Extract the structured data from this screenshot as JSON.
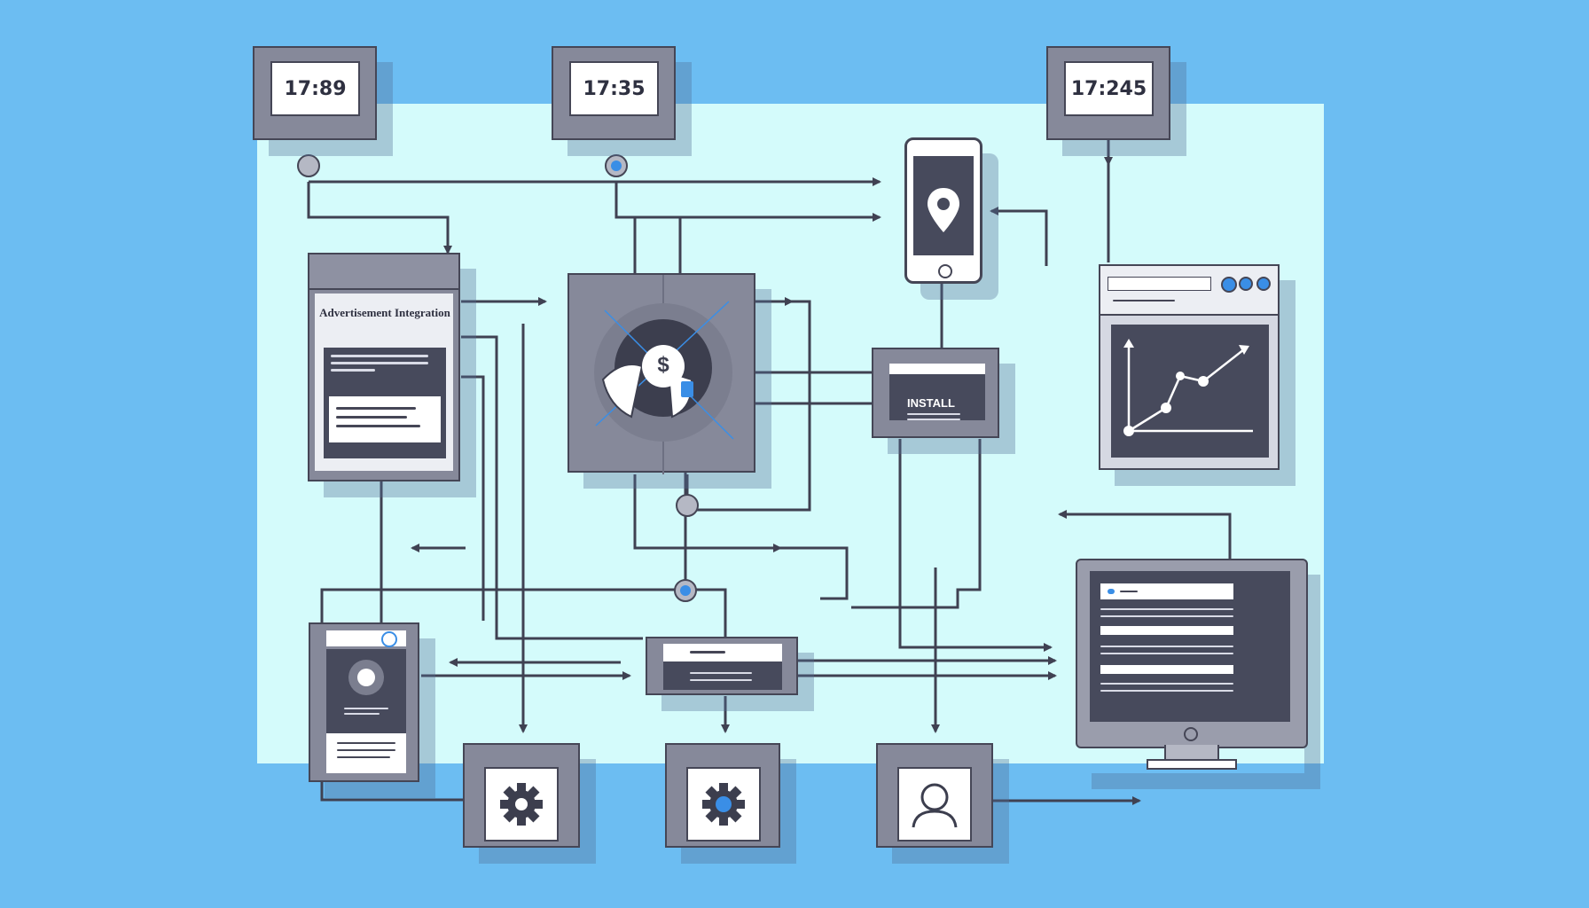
{
  "clocks": [
    {
      "time": "17:89"
    },
    {
      "time": "17:35"
    },
    {
      "time": "17:245"
    }
  ],
  "ad_card": {
    "title": "Advertisement Integration"
  },
  "install_box": {
    "label": "INSTALL"
  },
  "hub": {
    "symbol": "$"
  },
  "icons": {
    "gear_left": "gear-icon",
    "gear_center": "gear-icon",
    "user": "user-icon",
    "phone": "map-pin-icon",
    "chart": "line-chart-icon",
    "monitor": "desktop-monitor-icon"
  },
  "colors": {
    "background": "#6cbdf2",
    "panel": "#d4fbfb",
    "box_gray": "#86899a",
    "box_dark": "#474a5c",
    "wire": "#454656",
    "accent": "#3a8ee6"
  }
}
